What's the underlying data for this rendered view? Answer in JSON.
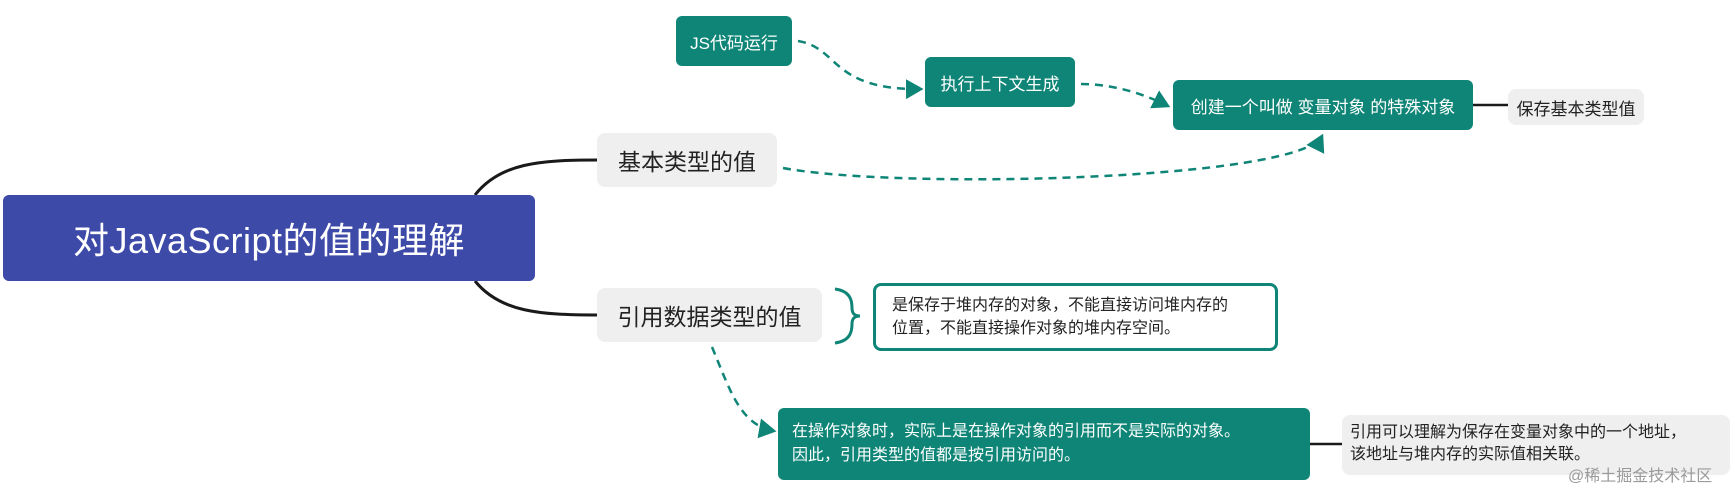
{
  "diagram": {
    "root_label": "对JavaScript的值的理解",
    "basic_value_label": "基本类型的值",
    "reference_value_label": "引用数据类型的值",
    "js_run_label": "JS代码运行",
    "exec_context_label": "执行上下文生成",
    "variable_object_label": "创建一个叫做 变量对象 的特殊对象",
    "save_basic_label": "保存基本类型值",
    "heap_note_lines": [
      "是保存于堆内存的对象，不能直接访问堆内存的",
      "位置，不能直接操作对象的堆内存空间。"
    ],
    "operate_note_lines": [
      "在操作对象时，实际上是在操作对象的引用而不是实际的对象。",
      "因此，引用类型的值都是按引用访问的。"
    ],
    "address_note_lines": [
      "引用可以理解为保存在变量对象中的一个地址，",
      "该地址与堆内存的实际值相关联。"
    ],
    "watermark": "@稀土掘金技术社区"
  },
  "colors": {
    "root": "#3d4aa8",
    "teal": "#0e8576",
    "gray_node": "#efefef",
    "connector": "#1a1a1a"
  }
}
